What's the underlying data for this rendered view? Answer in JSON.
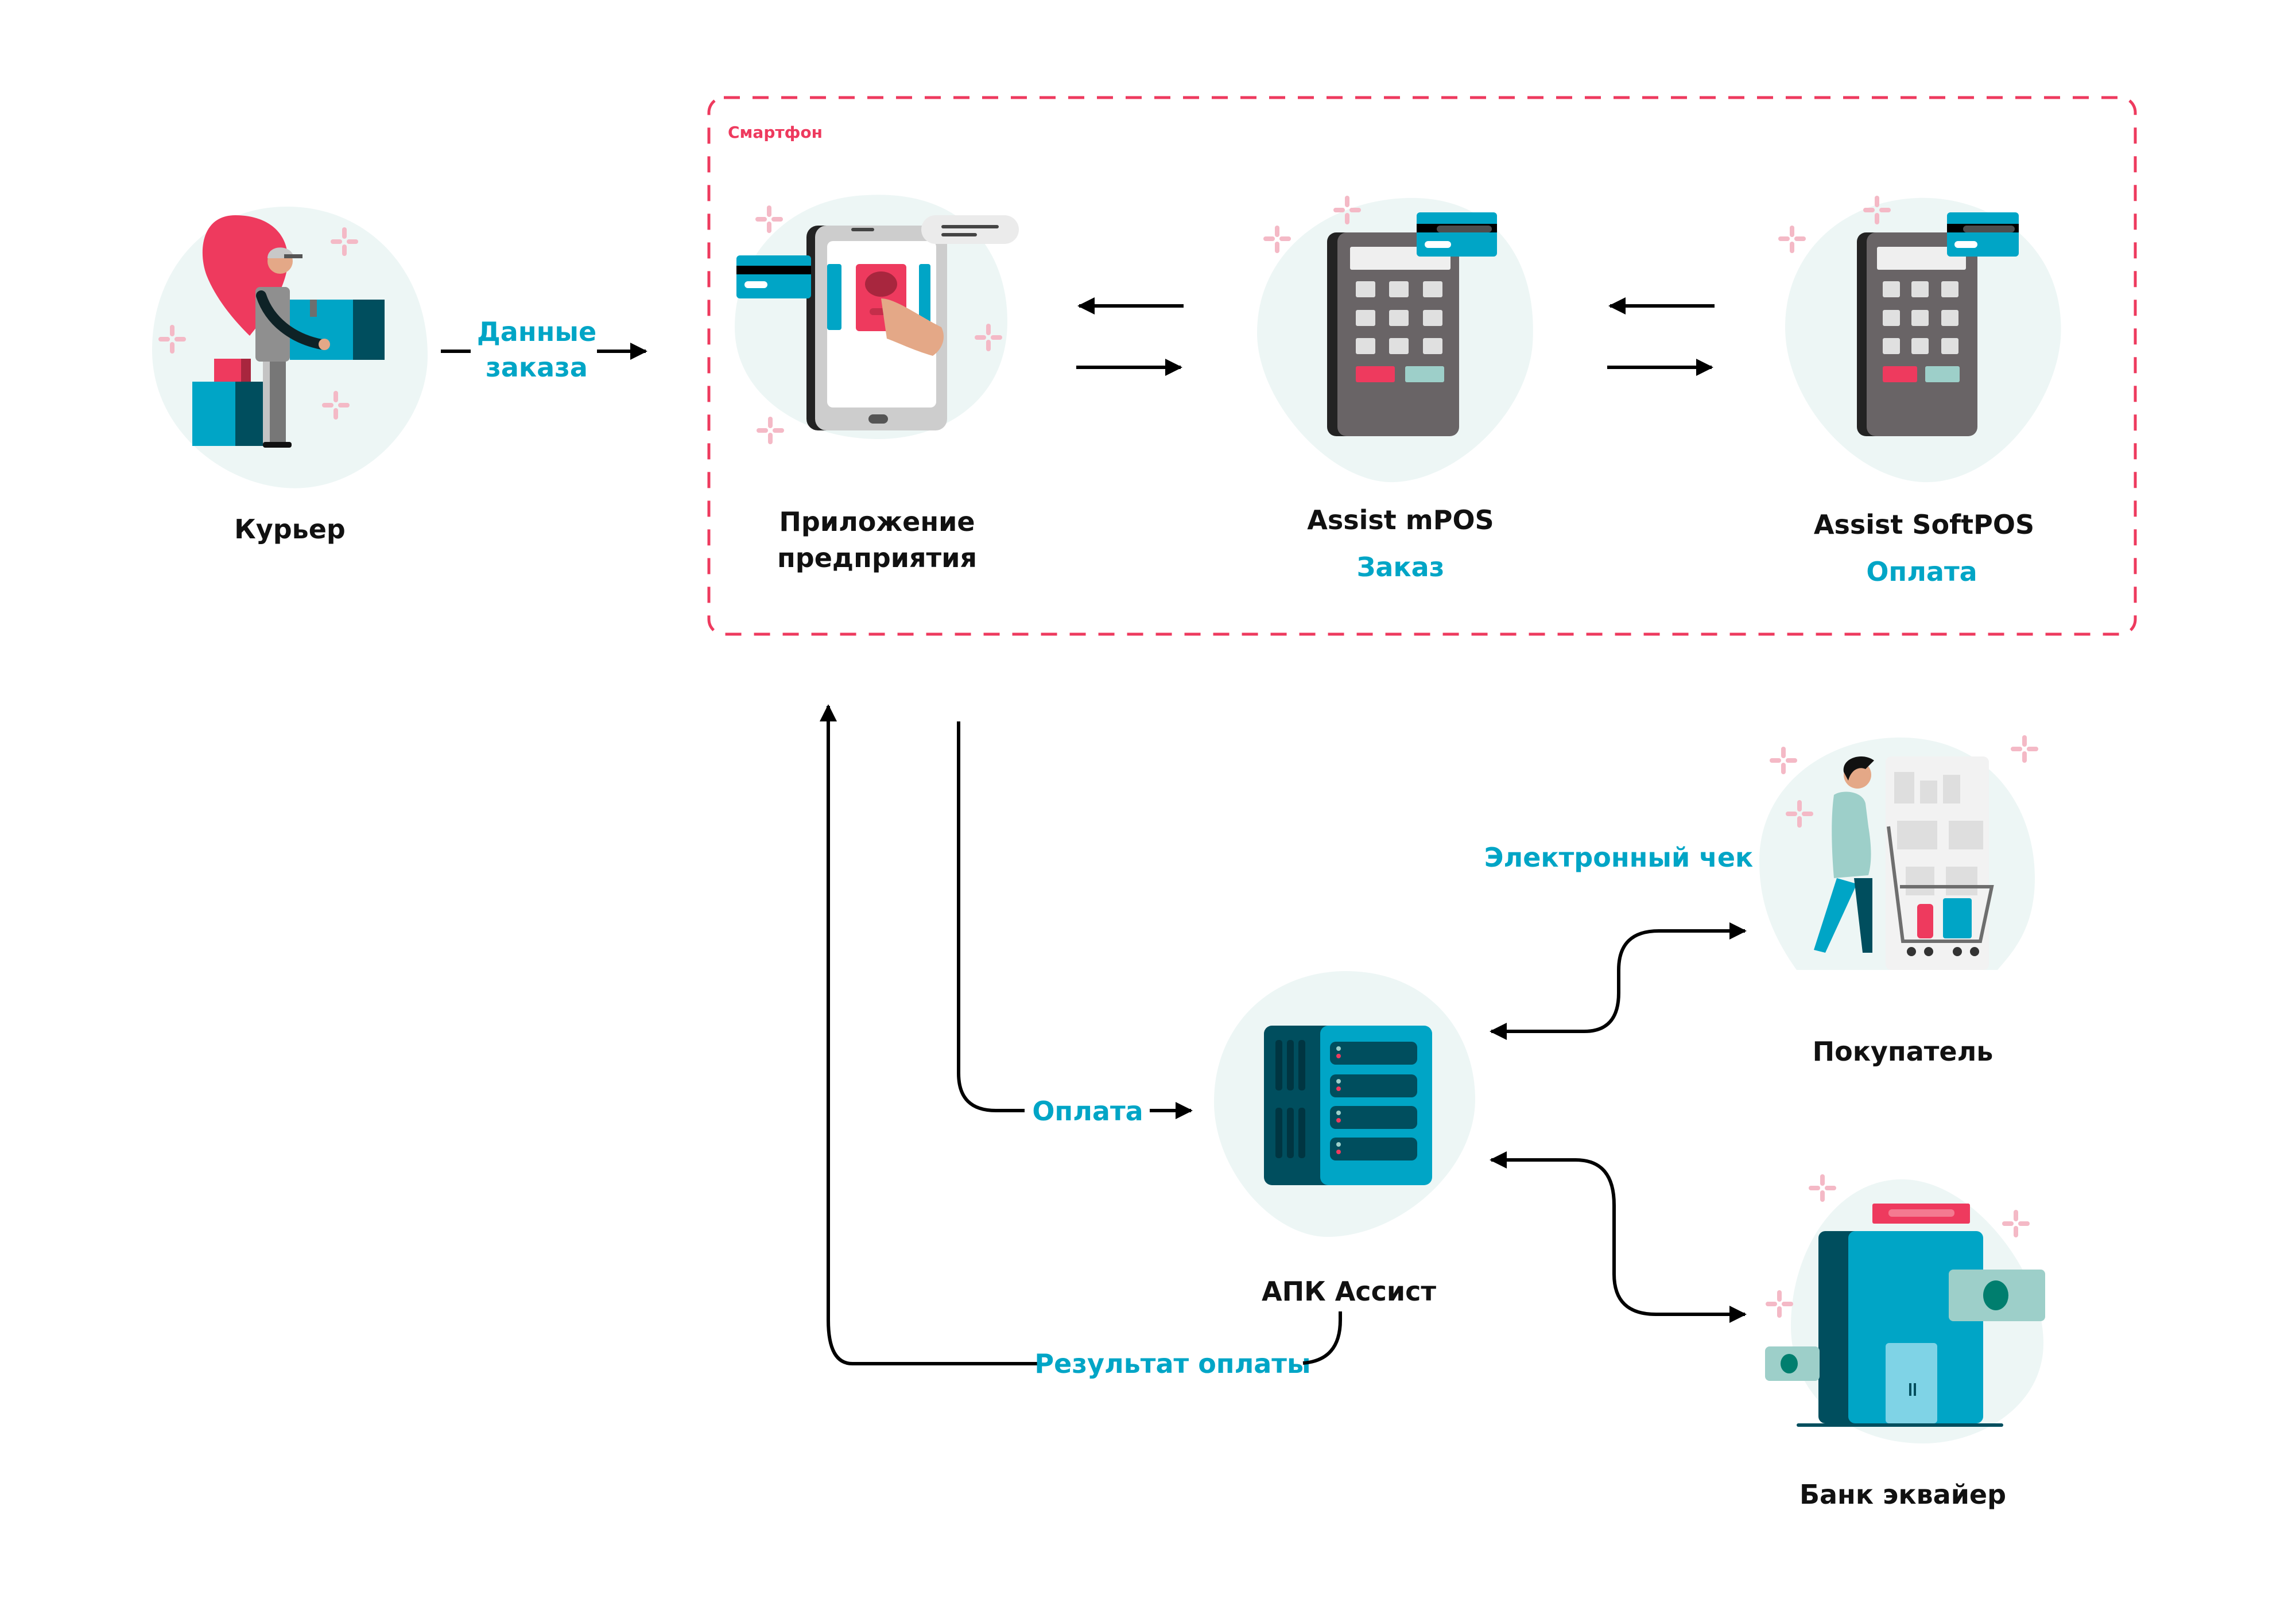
{
  "group": {
    "label": "Смартфон",
    "border_color": "#EE3A5E"
  },
  "colors": {
    "accent_teal": "#00A5C6",
    "accent_pink": "#EE3A5E",
    "blob": "#EDF6F5",
    "text": "#111111"
  },
  "nodes": {
    "courier": {
      "title": "Курьер",
      "icon": "courier-with-boxes-icon"
    },
    "app": {
      "title_line1": "Приложение",
      "title_line2": "предприятия",
      "icon": "tablet-app-icon"
    },
    "mpos": {
      "title": "Assist mPOS",
      "subtitle": "Заказ",
      "icon": "pos-terminal-icon"
    },
    "softpos": {
      "title": "Assist SoftPOS",
      "subtitle": "Оплата",
      "icon": "pos-terminal-icon"
    },
    "server": {
      "title": "АПК Ассист",
      "icon": "server-rack-icon"
    },
    "buyer": {
      "title": "Покупатель",
      "icon": "shopper-with-cart-icon"
    },
    "bank": {
      "title": "Банк эквайер",
      "icon": "bank-building-icon"
    }
  },
  "flows": {
    "order_data_line1": "Данные",
    "order_data_line2": "заказа",
    "payment": "Оплата",
    "payment_result": "Результат оплаты",
    "e_receipt": "Электронный чек"
  }
}
